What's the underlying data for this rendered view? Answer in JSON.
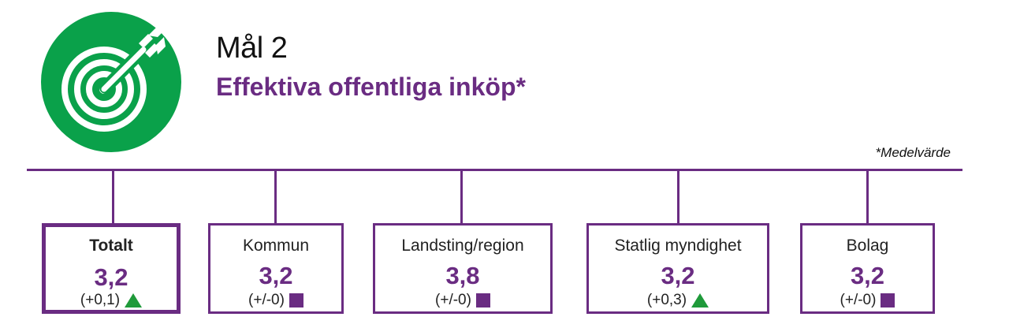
{
  "header": {
    "goal_label": "Mål 2",
    "goal_title": "Effektiva offentliga inköp*",
    "note": "*Medelvärde",
    "icon": "target-dart-icon",
    "icon_color": "#0aa14a"
  },
  "colors": {
    "accent": "#6a2c82",
    "increase": "#1f9a3a",
    "unchanged": "#6a2c82"
  },
  "cards": [
    {
      "name": "Totalt",
      "value": "3,2",
      "change": "(+0,1)",
      "indicator": "triangle-up-icon"
    },
    {
      "name": "Kommun",
      "value": "3,2",
      "change": "(+/-0)",
      "indicator": "square-icon"
    },
    {
      "name": "Landsting/region",
      "value": "3,8",
      "change": "(+/-0)",
      "indicator": "square-icon"
    },
    {
      "name": "Statlig myndighet",
      "value": "3,2",
      "change": "(+0,3)",
      "indicator": "triangle-up-icon"
    },
    {
      "name": "Bolag",
      "value": "3,2",
      "change": "(+/-0)",
      "indicator": "square-icon"
    }
  ]
}
